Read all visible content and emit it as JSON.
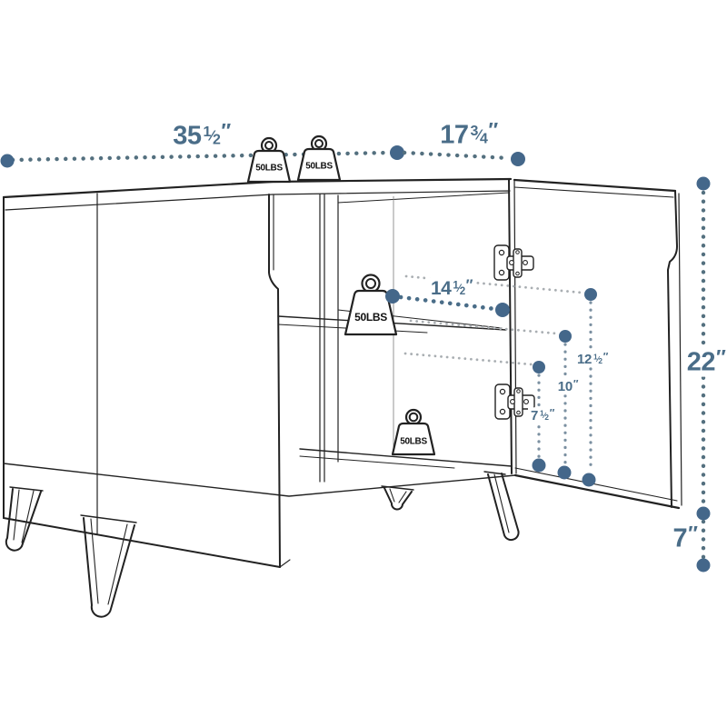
{
  "page": {
    "background": "#ffffff"
  },
  "colors": {
    "accent_text": "#4a6d88",
    "big_dot": "#44678a",
    "small_dot": "#54707f",
    "guide_dot": "#a9aeb2",
    "vline_dot": "#7b90a1",
    "line_art": "#222222",
    "weight_text": "#111111"
  },
  "glyphs": {
    "fraction_slash": "⁄",
    "inch_mark": "″"
  },
  "dimensions": {
    "top_width": {
      "whole": "35",
      "num": "1",
      "den": "2"
    },
    "top_depth": {
      "whole": "17",
      "num": "3",
      "den": "4"
    },
    "inner_width": {
      "whole": "14",
      "num": "1",
      "den": "2"
    },
    "door_upper": {
      "whole": "12",
      "num": "1",
      "den": "2"
    },
    "door_middle": {
      "whole": "10",
      "num": "",
      "den": ""
    },
    "door_lower": {
      "whole": "7",
      "num": "1",
      "den": "2"
    },
    "body_height": {
      "whole": "22",
      "num": "",
      "den": ""
    },
    "leg_height": {
      "whole": "7",
      "num": "",
      "den": ""
    }
  },
  "weight_labels": {
    "top_left": "50LBS",
    "top_right": "50LBS",
    "middle_shelf": "50LBS",
    "bottom_shelf": "50LBS"
  }
}
